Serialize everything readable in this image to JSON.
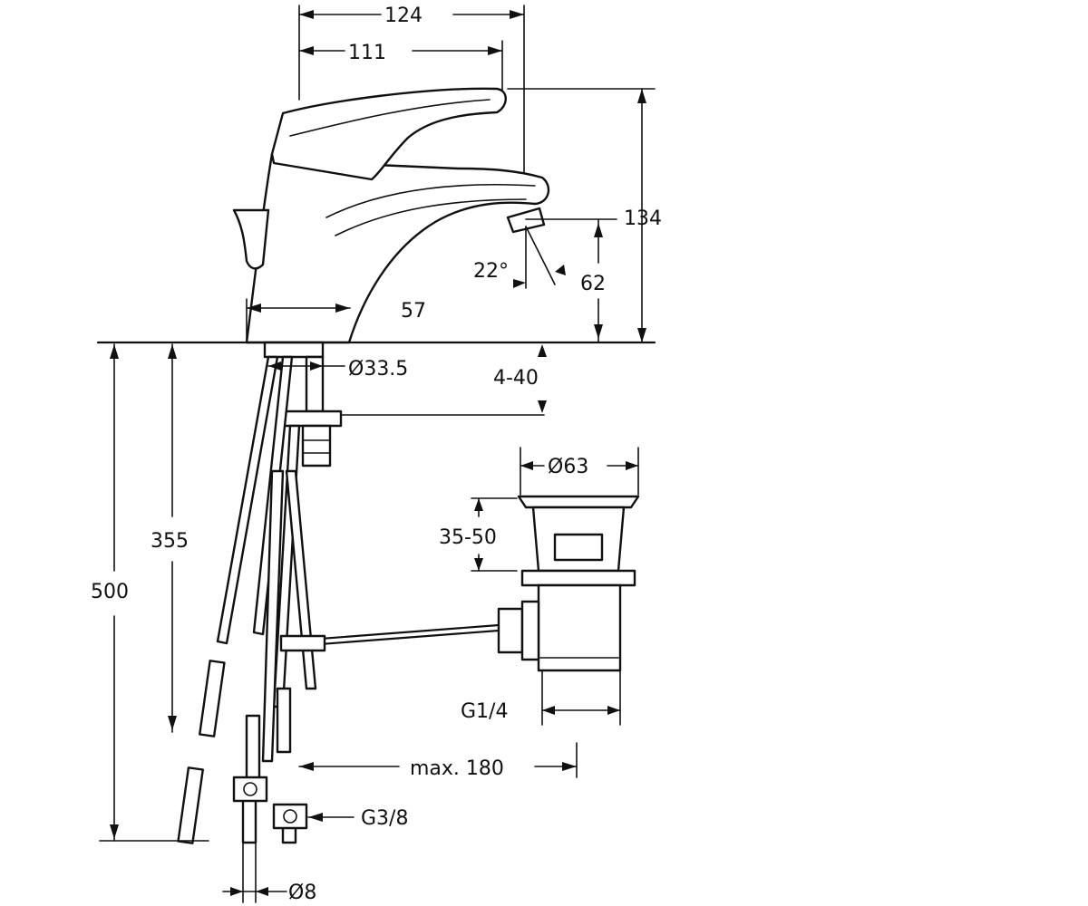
{
  "dimensions": {
    "width_overall": "124",
    "width_spout": "111",
    "height_overall": "134",
    "height_spout": "62",
    "spout_angle": "22°",
    "base_width": "57",
    "base_diameter": "Ø33.5",
    "deck_thickness": "4-40",
    "hose_length_355": "355",
    "hose_length_500": "500",
    "waste_diameter": "Ø63",
    "waste_range": "35-50",
    "waste_thread": "G1/4",
    "rod_max": "max. 180",
    "connection_thread": "G3/8",
    "hose_diameter": "Ø8"
  }
}
